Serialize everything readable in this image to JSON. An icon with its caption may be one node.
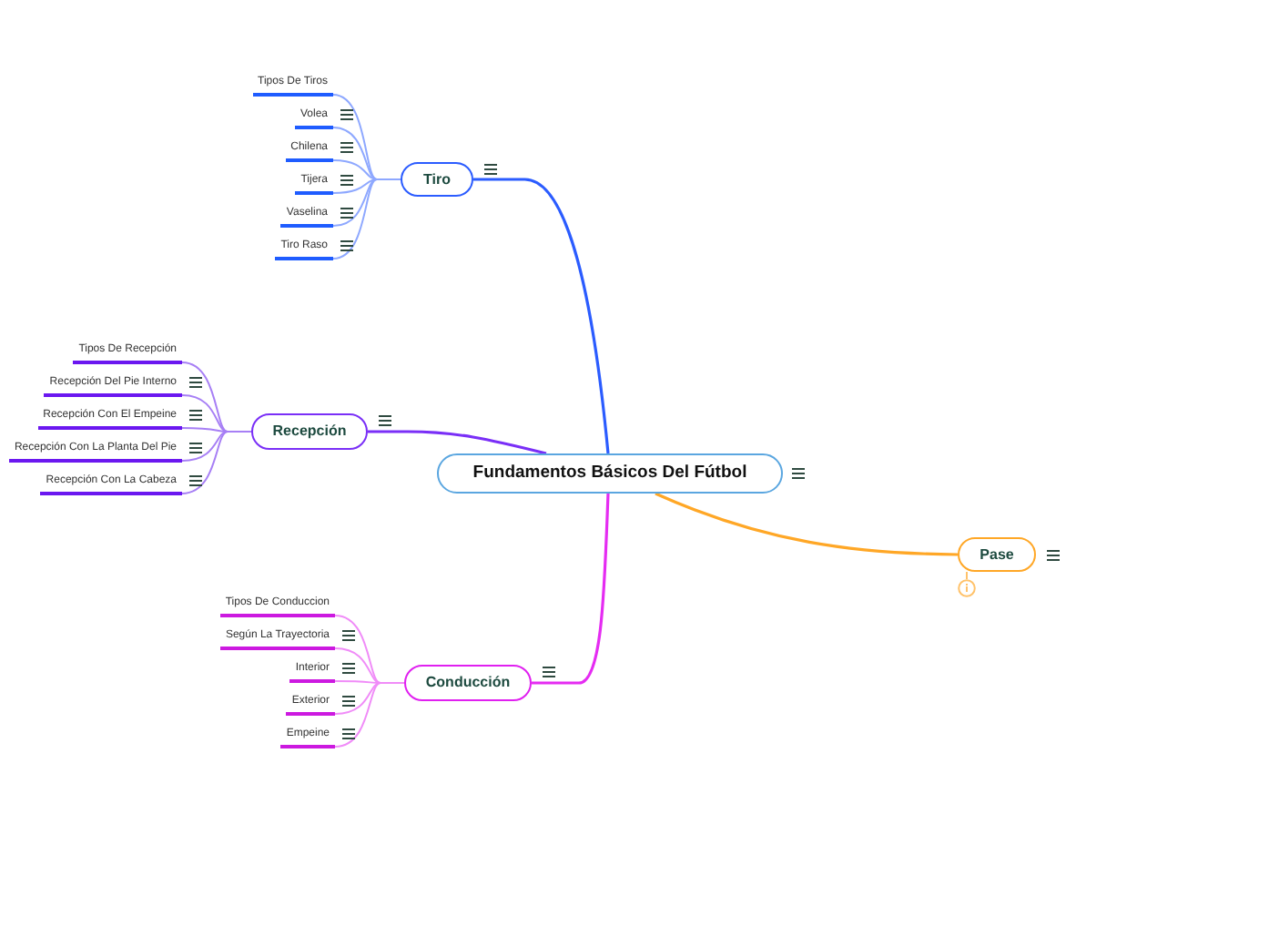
{
  "diagram": {
    "nodes": [
      {
        "text": [
          "Fundamentos Básicos Del Fútbol"
        ]
      },
      {
        "text": [
          "Tiro"
        ]
      },
      {
        "text": [
          "Tipos De Tiros"
        ]
      },
      {
        "text": [
          "Volea"
        ]
      },
      {
        "text": [
          "Chilena"
        ]
      },
      {
        "text": [
          "Tijera"
        ]
      },
      {
        "text": [
          "Vaselina"
        ]
      },
      {
        "text": [
          "Tiro Raso"
        ]
      },
      {
        "text": [
          "Recepción"
        ]
      },
      {
        "text": [
          "Tipos De Recepción"
        ]
      },
      {
        "text": [
          "Recepción Del Pie Interno"
        ]
      },
      {
        "text": [
          "Recepción Con El Empeine"
        ]
      },
      {
        "text": [
          "Recepción Con La Planta Del Pie"
        ]
      },
      {
        "text": [
          "Recepción Con La Cabeza"
        ]
      },
      {
        "text": [
          "Conducción"
        ]
      },
      {
        "text": [
          "Tipos De Conduccion"
        ]
      },
      {
        "text": [
          "Según La Trayectoria"
        ]
      },
      {
        "text": [
          "Interior"
        ]
      },
      {
        "text": [
          "Exterior"
        ]
      },
      {
        "text": [
          "Empeine"
        ]
      },
      {
        "text": [
          "Pase"
        ]
      }
    ],
    "edges": [
      {
        "from": 0,
        "to": 1,
        "arrow": "none",
        "color": "#2b5cff"
      },
      {
        "from": 1,
        "to": 2,
        "arrow": "none",
        "color": "#8ea8ff"
      },
      {
        "from": 1,
        "to": 3,
        "arrow": "none",
        "color": "#8ea8ff"
      },
      {
        "from": 1,
        "to": 4,
        "arrow": "none",
        "color": "#8ea8ff"
      },
      {
        "from": 1,
        "to": 5,
        "arrow": "none",
        "color": "#8ea8ff"
      },
      {
        "from": 1,
        "to": 6,
        "arrow": "none",
        "color": "#8ea8ff"
      },
      {
        "from": 1,
        "to": 7,
        "arrow": "none",
        "color": "#8ea8ff"
      },
      {
        "from": 0,
        "to": 8,
        "arrow": "none",
        "color": "#7a2ff7"
      },
      {
        "from": 8,
        "to": 9,
        "arrow": "none",
        "color": "#a77ff5"
      },
      {
        "from": 8,
        "to": 10,
        "arrow": "none",
        "color": "#a77ff5"
      },
      {
        "from": 8,
        "to": 11,
        "arrow": "none",
        "color": "#a77ff5"
      },
      {
        "from": 8,
        "to": 12,
        "arrow": "none",
        "color": "#a77ff5"
      },
      {
        "from": 8,
        "to": 13,
        "arrow": "none",
        "color": "#a77ff5"
      },
      {
        "from": 0,
        "to": 14,
        "arrow": "none",
        "color": "#e52cf2"
      },
      {
        "from": 14,
        "to": 15,
        "arrow": "none",
        "color": "#f08cf8"
      },
      {
        "from": 14,
        "to": 16,
        "arrow": "none",
        "color": "#f08cf8"
      },
      {
        "from": 14,
        "to": 17,
        "arrow": "none",
        "color": "#f08cf8"
      },
      {
        "from": 14,
        "to": 18,
        "arrow": "none",
        "color": "#f08cf8"
      },
      {
        "from": 14,
        "to": 19,
        "arrow": "none",
        "color": "#f08cf8"
      },
      {
        "from": 0,
        "to": 20,
        "arrow": "none",
        "color": "#ffa726"
      }
    ]
  }
}
